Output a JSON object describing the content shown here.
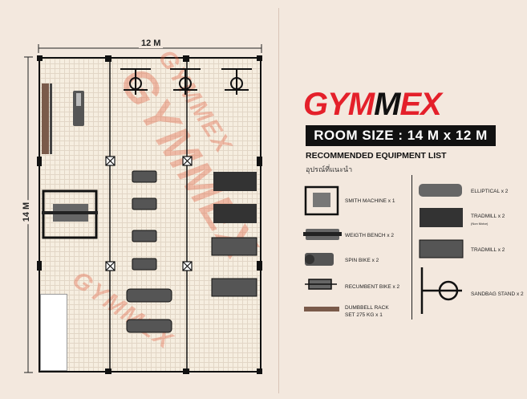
{
  "plan": {
    "width_label": "12 M",
    "height_label": "14 M",
    "watermark": "GYMMEX"
  },
  "brand": {
    "logo_part1": "GYM",
    "logo_part2": "M",
    "logo_part3": "EX",
    "accent": "#e4202a"
  },
  "room_size": "ROOM SIZE : 14 M x 12 M",
  "list": {
    "title": "RECOMMENDED EQUIPMENT LIST",
    "subtitle": "อุปรณ์ที่แนะนำ",
    "items": [
      {
        "label": "SMITH MACHINE x 1",
        "icon": "smith-machine-icon"
      },
      {
        "label": "WEIGTH BENCH x 2",
        "icon": "weight-bench-icon"
      },
      {
        "label": "SPIN BIKE x 2",
        "icon": "spin-bike-icon"
      },
      {
        "label": "RECUMBENT BIKE x 2",
        "icon": "recumbent-bike-icon"
      },
      {
        "label": "DUMBBELL RACK",
        "label2": "SET 275 KG x 1",
        "icon": "dumbbell-rack-icon"
      },
      {
        "label": "ELLIPTICAL x 2",
        "icon": "elliptical-icon"
      },
      {
        "label": "TRADMILL x 2",
        "note": "(Non Motor)",
        "icon": "manual-treadmill-icon"
      },
      {
        "label": "TRADMILL x 2",
        "icon": "treadmill-icon"
      },
      {
        "label": "SANDBAG STAND x 2",
        "icon": "sandbag-stand-icon"
      }
    ]
  }
}
